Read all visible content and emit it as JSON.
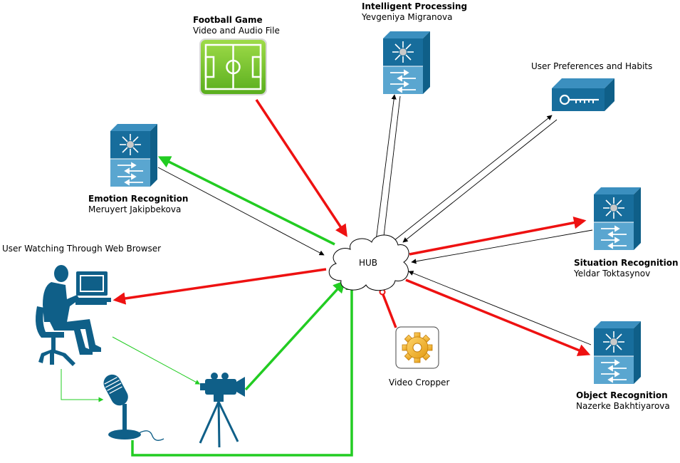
{
  "hub": {
    "label": "HUB"
  },
  "nodes": {
    "football_game": {
      "title": "Football Game",
      "subtitle": "Video and Audio File"
    },
    "intelligent_processing": {
      "title": "Intelligent Processing",
      "subtitle": "Yevgeniya Migranova"
    },
    "user_preferences": {
      "label": "User Preferences and Habits"
    },
    "emotion_recognition": {
      "title": "Emotion Recognition",
      "subtitle": "Meruyert Jakipbekova"
    },
    "situation_recognition": {
      "title": "Situation Recognition",
      "subtitle": "Yeldar Toktasynov"
    },
    "object_recognition": {
      "title": "Object Recognition",
      "subtitle": "Nazerke Bakhtiyarova"
    },
    "user_watching": {
      "label": "User Watching Through Web Browser"
    },
    "video_cropper": {
      "label": "Video Cropper"
    }
  },
  "colors": {
    "red": "#ee1111",
    "green": "#22cc22",
    "server_blue": "#176d9c",
    "server_top": "#0f5f88",
    "field_green": "#7cc62f",
    "user_blue": "#0f5f88"
  }
}
